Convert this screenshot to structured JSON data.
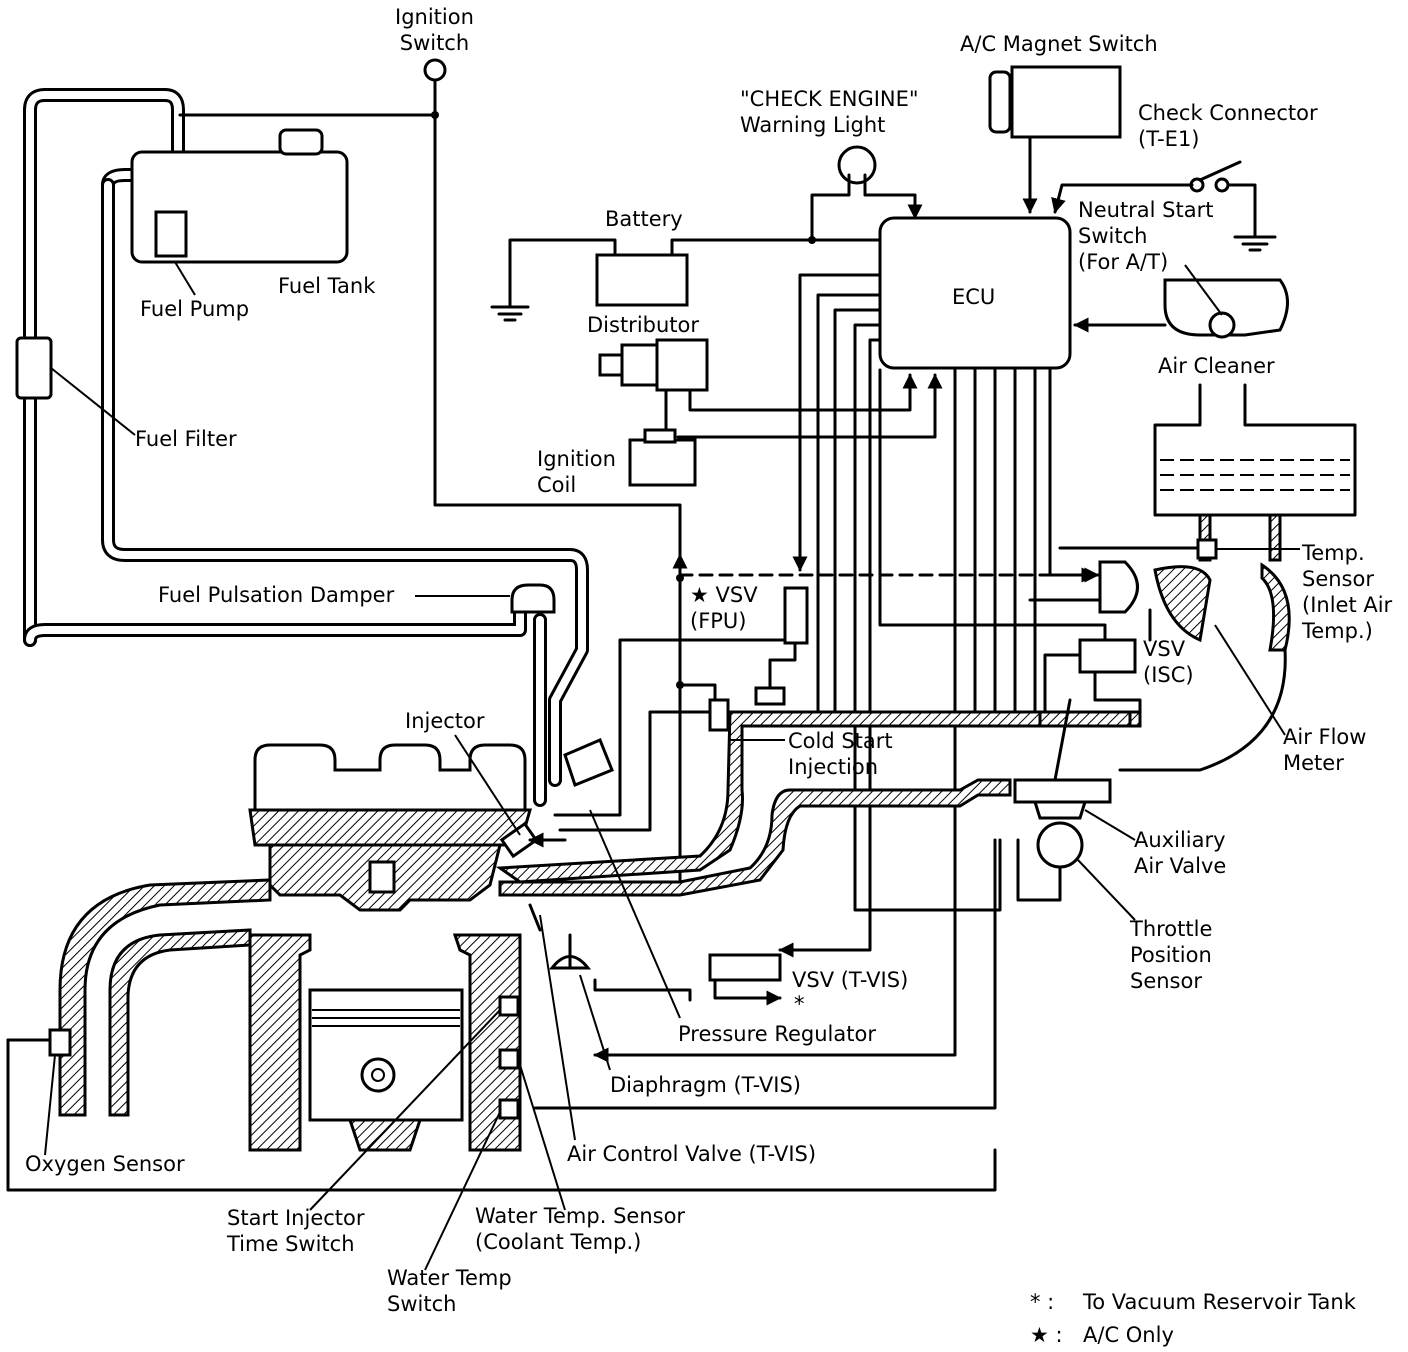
{
  "labels": {
    "ignition_switch": "Ignition\nSwitch",
    "ac_magnet_switch": "A/C Magnet Switch",
    "check_engine_light": "\"CHECK ENGINE\"\nWarning Light",
    "check_connector": "Check Connector\n(T-E1)",
    "neutral_start_switch": "Neutral Start\nSwitch\n(For A/T)",
    "battery": "Battery",
    "ecu": "ECU",
    "fuel_tank": "Fuel Tank",
    "fuel_pump": "Fuel Pump",
    "distributor": "Distributor",
    "air_cleaner": "Air Cleaner",
    "fuel_filter": "Fuel Filter",
    "ignition_coil": "Ignition\nCoil",
    "temp_sensor": "Temp.\nSensor\n(Inlet Air\nTemp.)",
    "vsv_fpu": "★ VSV\n(FPU)",
    "fuel_pulsation_damper": "Fuel Pulsation Damper",
    "vsv_isc": "VSV\n(ISC)",
    "injector": "Injector",
    "cold_start_injection": "Cold Start\nInjection",
    "air_flow_meter": "Air Flow\nMeter",
    "auxiliary_air_valve": "Auxiliary\nAir Valve",
    "throttle_position_sensor": "Throttle\nPosition\nSensor",
    "vsv_tvis": "VSV (T-VIS)",
    "vsv_tvis_star": "*",
    "pressure_regulator": "Pressure Regulator",
    "diaphragm_tvis": "Diaphragm (T-VIS)",
    "oxygen_sensor": "Oxygen Sensor",
    "air_control_valve": "Air Control Valve (T-VIS)",
    "start_injector_time_switch": "Start Injector\nTime Switch",
    "water_temp_sensor": "Water Temp. Sensor\n(Coolant Temp.)",
    "water_temp_switch": "Water Temp\nSwitch"
  },
  "legend": [
    {
      "symbol": "* :",
      "text": "To Vacuum Reservoir Tank"
    },
    {
      "symbol": "★ :",
      "text": "A/C Only"
    }
  ]
}
